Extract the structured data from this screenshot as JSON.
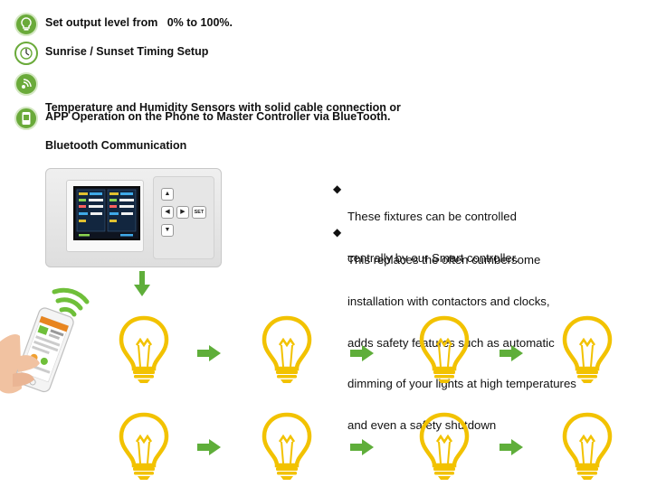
{
  "features": [
    {
      "icon": "bulb-icon",
      "lines": [
        "Set output level from   0% to 100%."
      ]
    },
    {
      "icon": "sun-timer-icon",
      "lines": [
        "Sunrise / Sunset Timing Setup"
      ]
    },
    {
      "icon": "wireless-sensor-icon",
      "lines": [
        "Temperature and Humidity Sensors with solid cable connection or",
        "Bluetooth Communication"
      ]
    },
    {
      "icon": "phone-app-icon",
      "lines": [
        "APP Operation on the Phone to Master Controller via BlueTooth."
      ]
    }
  ],
  "controller": {
    "set_key": "SET"
  },
  "notes": [
    {
      "lines": [
        "These fixtures can be controlled",
        "centrally by our Smart controller."
      ]
    },
    {
      "lines": [
        "This replaces the often cumbersome",
        "installation with contactors and clocks,",
        "adds safety features such as automatic",
        "dimming of your lights at high temperatures",
        "and even a safety shutdown"
      ]
    }
  ],
  "colors": {
    "accent_green": "#6aaa3a",
    "bulb_yellow": "#f2c200",
    "arrow_green": "#5fae3a"
  }
}
